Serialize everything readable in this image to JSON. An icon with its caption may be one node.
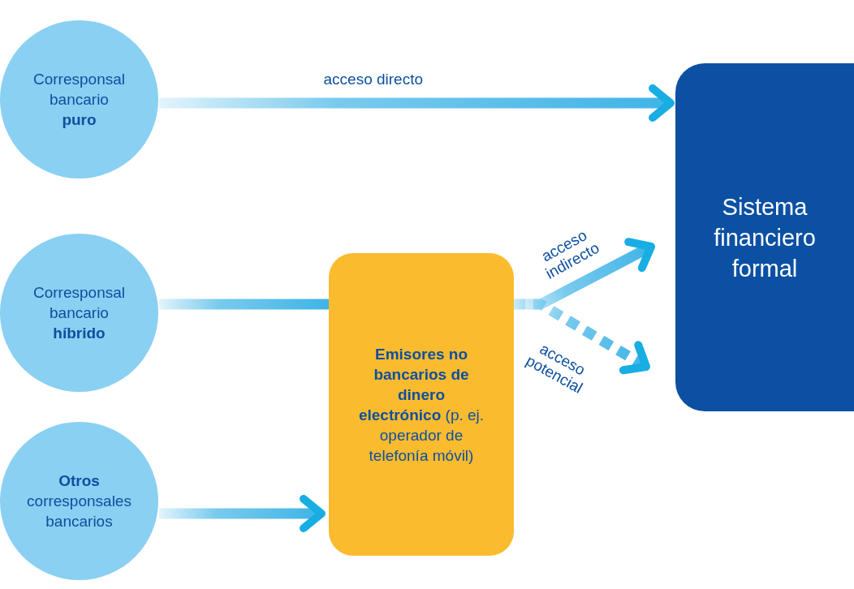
{
  "diagram": {
    "nodes": [
      {
        "text": [
          "Corresponsal bancario **puro**"
        ]
      },
      {
        "text": [
          "Corresponsal bancario **híbrido**"
        ]
      },
      {
        "text": [
          "**Otros** corresponsales bancarios"
        ]
      },
      {
        "text": [
          "**Emisores no bancarios de dinero electrónico** (p. ej. operador de telefonía móvil)"
        ]
      },
      {
        "text": [
          "Sistema financiero formal"
        ]
      }
    ],
    "edges": [
      {
        "from": 0,
        "to": 4,
        "arrow": "to",
        "label": "acceso directo"
      },
      {
        "from": 1,
        "to": 3,
        "arrow": "none"
      },
      {
        "from": 2,
        "to": 3,
        "arrow": "to"
      },
      {
        "from": 3,
        "to": 4,
        "arrow": "to",
        "label": "acceso indirecto"
      },
      {
        "from": 3,
        "to": 4,
        "arrow": "to",
        "label": "acceso potencial",
        "style": "dashed"
      }
    ]
  }
}
